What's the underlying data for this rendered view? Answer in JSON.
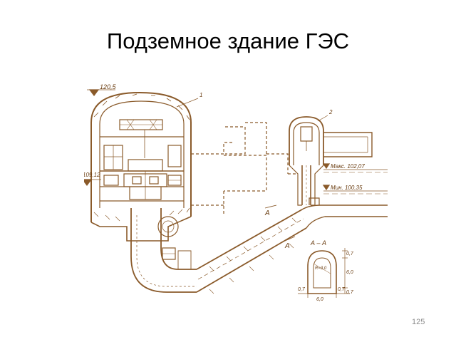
{
  "slide": {
    "title": "Подземное здание ГЭС",
    "page_number": "125"
  },
  "drawing": {
    "line_color": "#8a5a2a",
    "fill_color": "#d9b98f",
    "elevation_top": "120,5",
    "elevation_left": "109,12",
    "level_max": "Макс. 102,07",
    "level_min": "Мин. 100,35",
    "callout_1": "1",
    "callout_2": "2",
    "section_mark_a1": "А",
    "section_mark_a2": "А",
    "section_title": "А – А",
    "dim_07_left": "0,7",
    "dim_60_bottom": "6,0",
    "dim_07_right": "0,7",
    "dim_60_side": "6,0",
    "dim_07_top": "0,7",
    "dim_07_bottom": "0,7",
    "radius_label": "R=3,0"
  }
}
